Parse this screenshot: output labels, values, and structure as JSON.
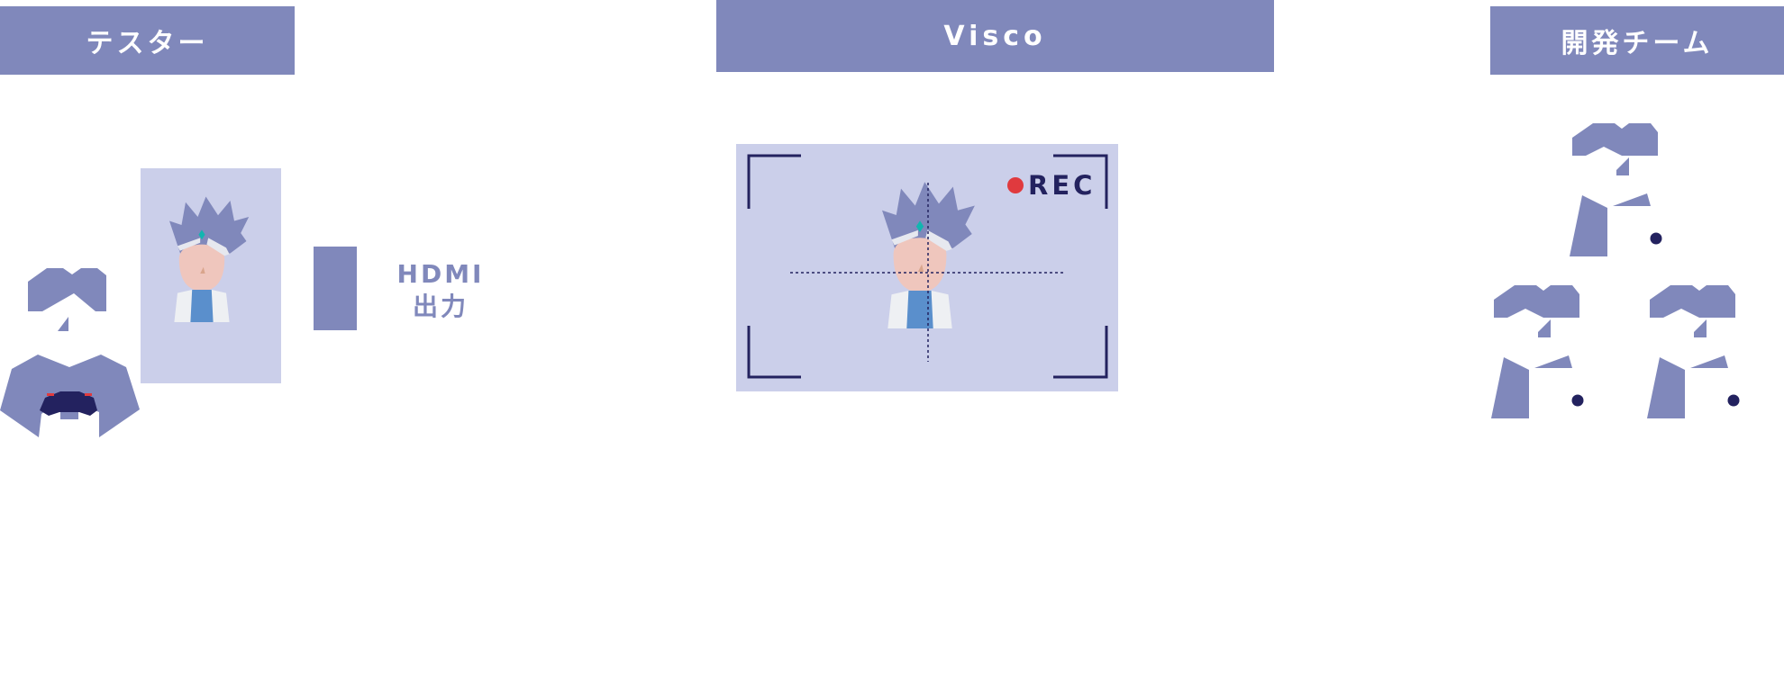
{
  "headers": {
    "tester": "テスター",
    "visco": "Visco",
    "dev_team": "開発チーム"
  },
  "hdmi": {
    "line1": "HDMI",
    "line2": "出力"
  },
  "recording": {
    "label": "REC",
    "indicator_color": "#e03a3e"
  },
  "colors": {
    "primary": "#8088bb",
    "panel": "#cbcfea",
    "dark": "#23225f",
    "skin": "#efc6bd",
    "shirt": "#5a8fcc",
    "gem": "#12b5b0"
  },
  "icons": {
    "tester_figure": "person-with-gamepad-icon",
    "game_character": "spiky-hair-character-icon",
    "hdmi_device": "capture-device-icon",
    "dev_members": "person-icon"
  }
}
